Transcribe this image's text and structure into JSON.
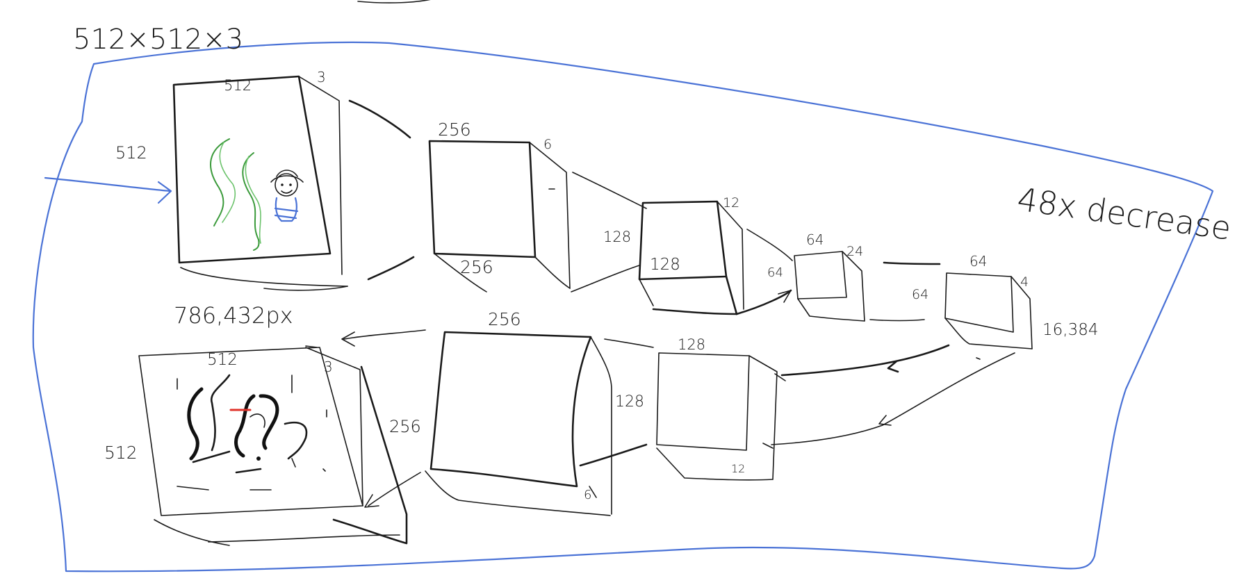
{
  "labels": {
    "input_dims": "512×512×3",
    "in_width": "512",
    "in_height": "512",
    "in_depth": "3",
    "enc1_width": "256",
    "enc1_bottom": "256",
    "enc1_depth": "6",
    "enc2_side": "128",
    "enc2_bottom": "128",
    "enc2_depth": "12",
    "enc3_top": "64",
    "enc3_side": "64",
    "enc3_depth": "24",
    "latent_top": "64",
    "latent_side": "64",
    "latent_depth": "4",
    "latent_pixels": "16,384",
    "reduction": "48x decrease",
    "pixel_count": "786,432px",
    "out_width": "512",
    "out_height": "512",
    "out_depth": "3",
    "dec1_top": "128",
    "dec1_side": "128",
    "dec1_depth": "12",
    "dec2_top": "256",
    "dec2_side": "256",
    "dec2_depth": "6"
  },
  "colors": {
    "ink": "#1a1a1a",
    "boundary": "#4a72d6",
    "sketch_green": "#3a9a3a",
    "sketch_blue": "#4a72d6",
    "noise_red": "#e0322a"
  }
}
